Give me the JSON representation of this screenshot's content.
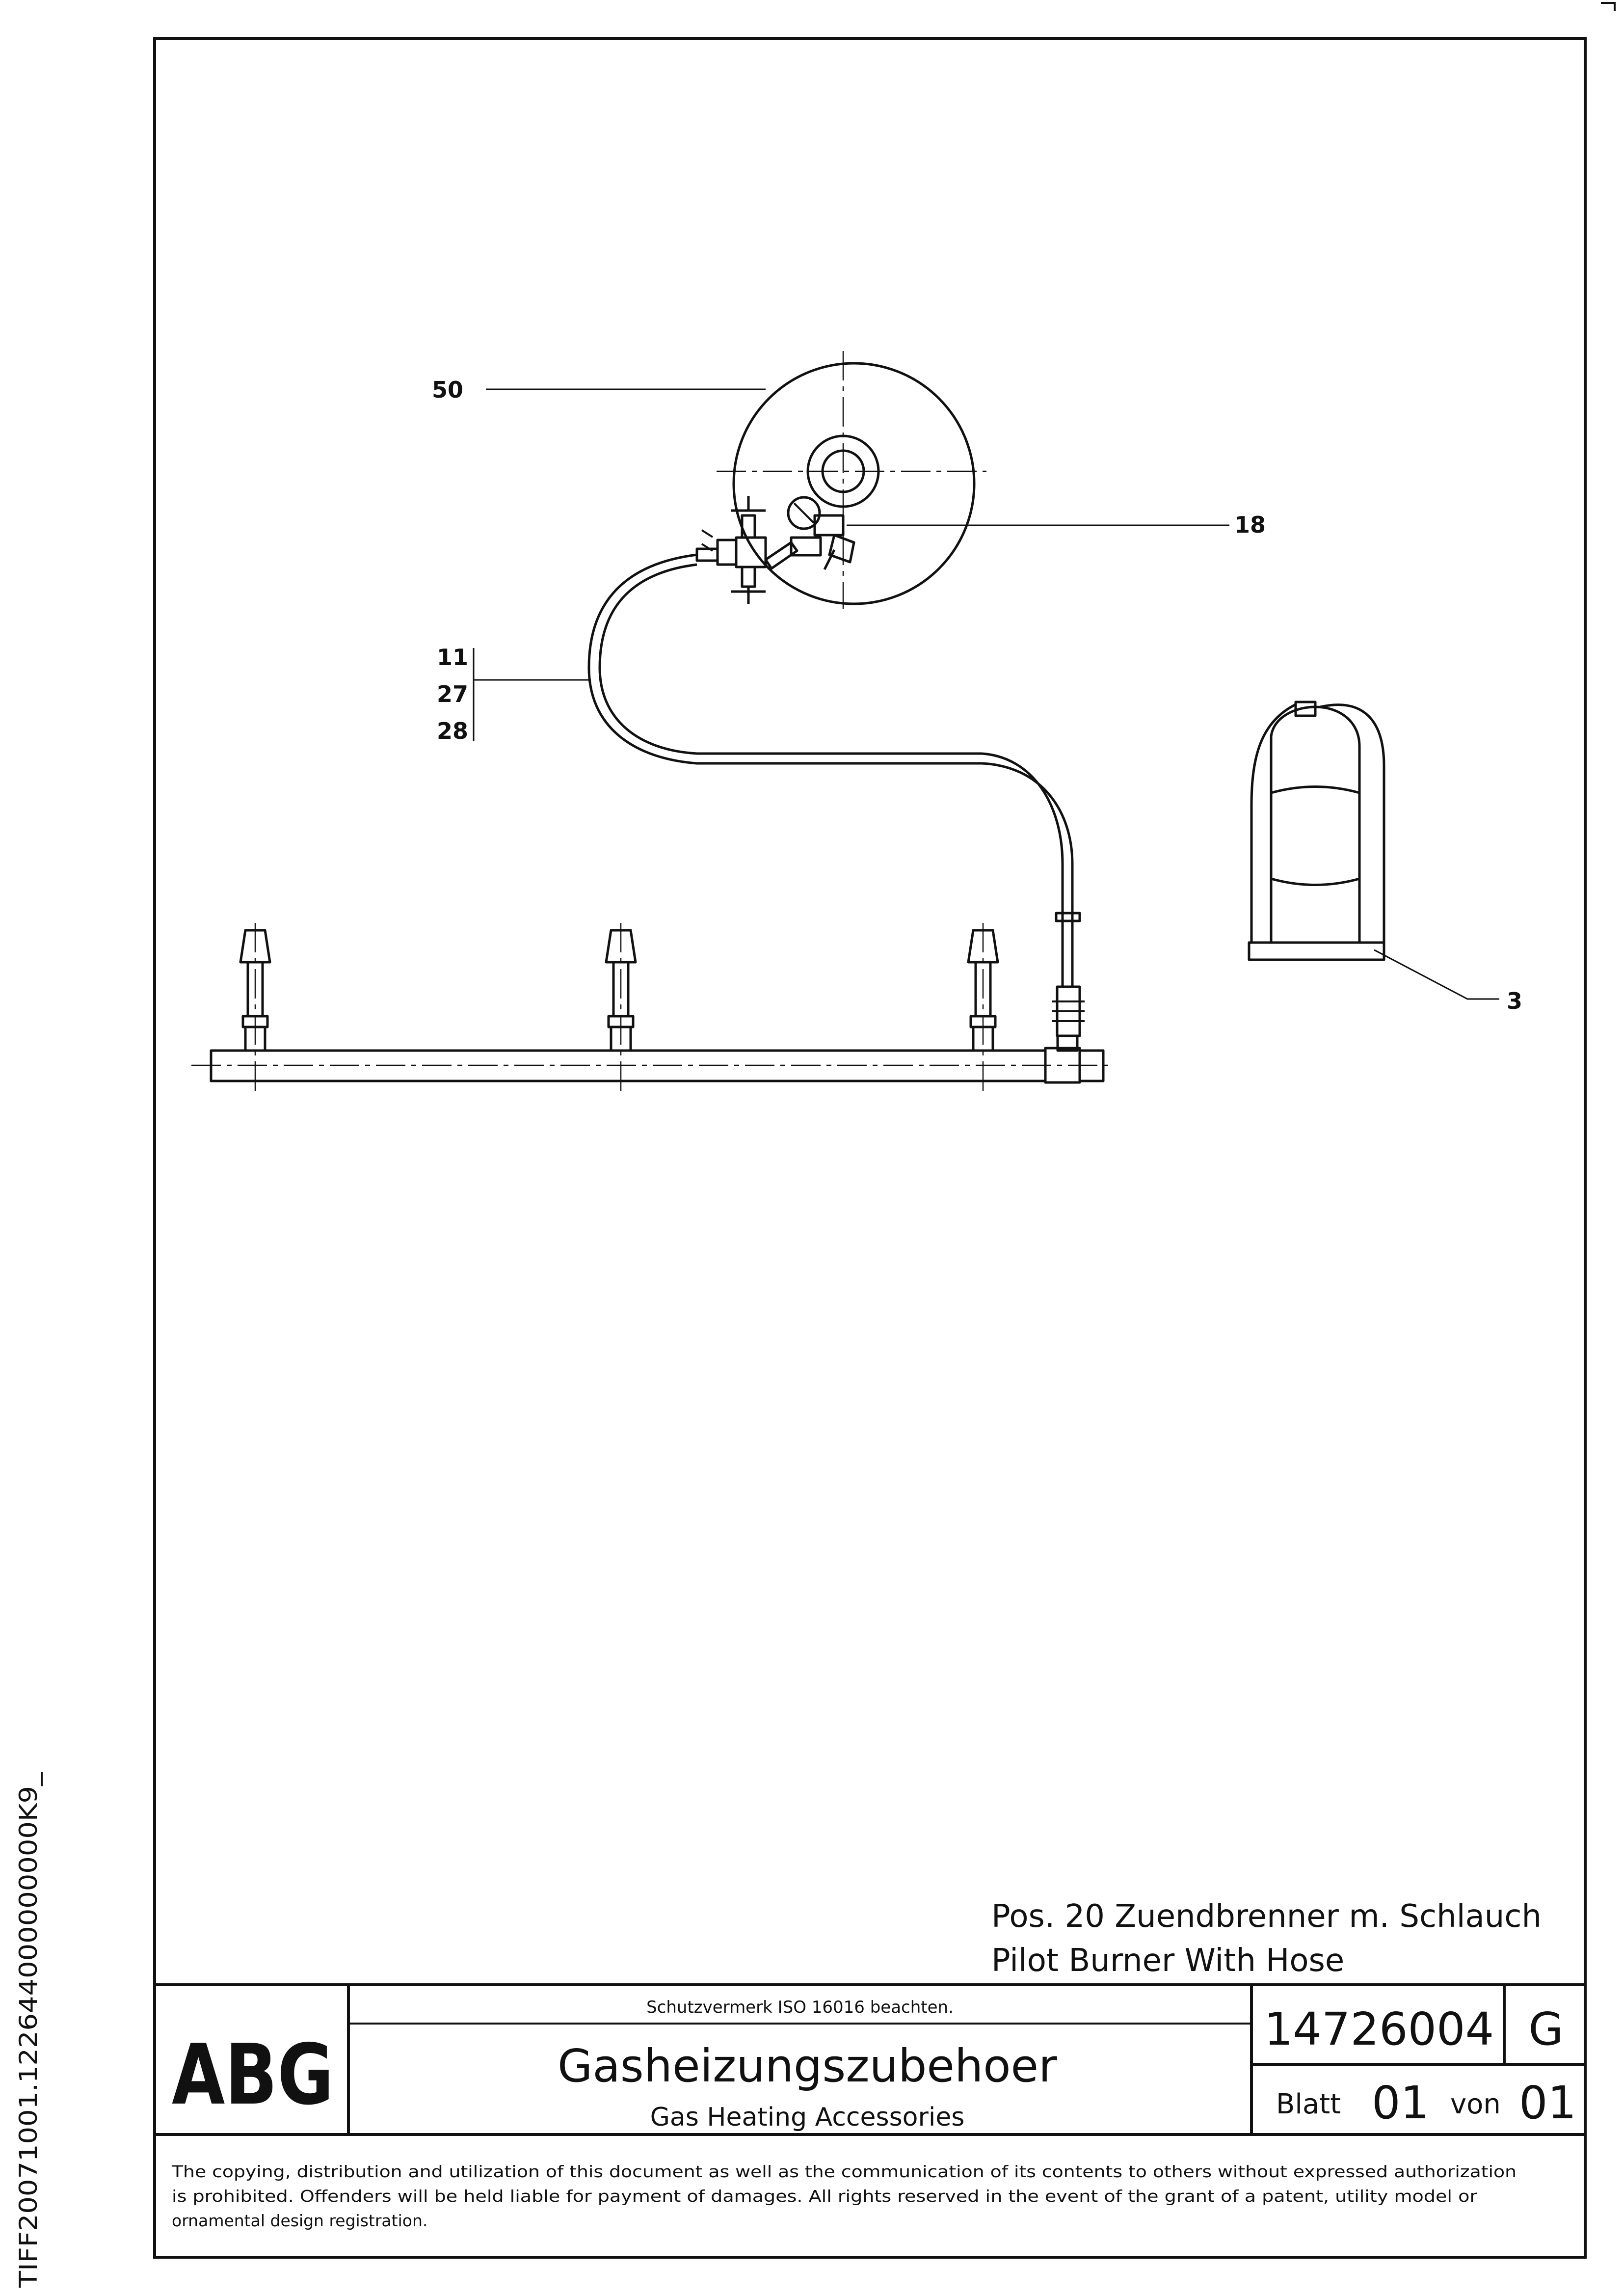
{
  "callouts": {
    "p50": "50",
    "p18": "18",
    "p11": "11",
    "p27": "27",
    "p28": "28",
    "p3": "3"
  },
  "caption": {
    "line1": "Pos. 20 Zuendbrenner m. Schlauch",
    "line2": "Pilot Burner With Hose"
  },
  "title_block": {
    "logo": "ABG",
    "protection_note": "Schutzvermerk ISO 16016 beachten.",
    "title_de": "Gasheizungszubehoer",
    "title_en": "Gas Heating Accessories",
    "drawing_number": "14726004",
    "revision": "G",
    "sheet_label": "Blatt",
    "sheet_number": "01",
    "of_label": "von",
    "sheet_total": "01"
  },
  "notice": {
    "line1": "The copying, distribution and utilization of this document as well as the communication of its contents to others without expressed authorization",
    "line2": "is prohibited. Offenders will be held liable for payment of damages. All rights reserved in the event of the grant of a patent, utility model or",
    "line3": "ornamental design registration."
  },
  "film_code": "TIFF20071001.122644000000000K9_"
}
